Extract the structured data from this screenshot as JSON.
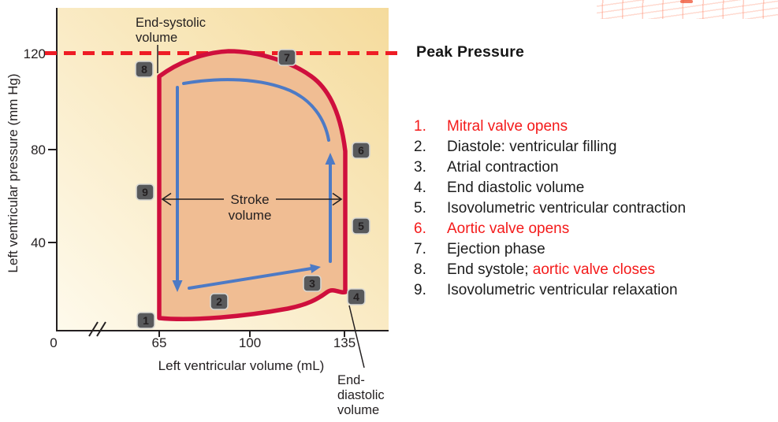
{
  "colors": {
    "list_red_accent": "#f41a1a",
    "list_black": "#1c1c1c",
    "loop_stroke": "#cf0f3d",
    "loop_fill": "#f0bd93",
    "arrow_blue": "#4d7ac5",
    "dashed_line_red": "#ee1c25",
    "badge_bg": "#58595b",
    "badge_border": "#d6d6d2",
    "plot_bg_bottom_left": "#fefaec",
    "plot_bg_top_right": "#f5db9c",
    "axis_black": "#231f20"
  },
  "chart_data": {
    "type": "line",
    "subtype": "pressure-volume-loop",
    "xlabel": "Left ventricular volume (mL)",
    "ylabel": "Left ventricular pressure (mm Hg)",
    "xlim": [
      0,
      150
    ],
    "ylim": [
      0,
      140
    ],
    "axis_break_on_x": true,
    "grid": false,
    "x_ticks": [
      0,
      65,
      100,
      135
    ],
    "y_ticks": [
      40,
      80,
      120
    ],
    "x_tick_labels": [
      "0",
      "65",
      "100",
      "135"
    ],
    "y_tick_labels": [
      "120",
      "80",
      "40"
    ],
    "peak_pressure_line": {
      "pressure": 120,
      "style": "dashed",
      "color": "#ee1c25",
      "label": "Peak Pressure"
    },
    "loop_points": [
      {
        "n": "1",
        "volume": 65,
        "pressure": 7,
        "event": "Mitral valve opens"
      },
      {
        "n": "2",
        "volume": 90,
        "pressure": 9,
        "event": "Diastole: ventricular filling"
      },
      {
        "n": "3",
        "volume": 125,
        "pressure": 14,
        "event": "Atrial contraction"
      },
      {
        "n": "4",
        "volume": 135,
        "pressure": 16,
        "event": "End diastolic volume"
      },
      {
        "n": "5",
        "volume": 135,
        "pressure": 45,
        "event": "Isovolumetric ventricular contraction"
      },
      {
        "n": "6",
        "volume": 135,
        "pressure": 78,
        "event": "Aortic valve opens"
      },
      {
        "n": "7",
        "volume": 100,
        "pressure": 122,
        "event": "Ejection phase"
      },
      {
        "n": "8",
        "volume": 65,
        "pressure": 107,
        "event": "End systole; aortic valve closes"
      },
      {
        "n": "9",
        "volume": 65,
        "pressure": 60,
        "event": "Isovolumetric ventricular relaxation"
      }
    ],
    "end_systolic_volume": 65,
    "end_diastolic_volume": 135,
    "stroke_volume_span": [
      65,
      135
    ],
    "annotations": {
      "end_systolic": {
        "text": "End-systolic volume",
        "lines": [
          "End-systolic",
          "volume"
        ]
      },
      "end_diastolic": {
        "text": "End-diastolic volume",
        "lines": [
          "End-",
          "diastolic",
          "volume"
        ]
      },
      "stroke_volume": {
        "text": "Stroke volume",
        "lines": [
          "Stroke",
          "volume"
        ]
      }
    }
  },
  "right_panel": {
    "peak_pressure_label": "Peak Pressure",
    "legend": {
      "items": [
        {
          "num": "1.",
          "parts": [
            {
              "text": "Mitral valve opens",
              "red": true
            }
          ]
        },
        {
          "num": "2.",
          "parts": [
            {
              "text": "Diastole: ventricular filling",
              "red": false
            }
          ]
        },
        {
          "num": "3.",
          "parts": [
            {
              "text": "Atrial contraction",
              "red": false
            }
          ]
        },
        {
          "num": "4.",
          "parts": [
            {
              "text": "End diastolic volume",
              "red": false
            }
          ]
        },
        {
          "num": "5.",
          "parts": [
            {
              "text": "Isovolumetric ventricular contraction",
              "red": false
            }
          ]
        },
        {
          "num": "6.",
          "parts": [
            {
              "text": "Aortic valve opens",
              "red": true
            }
          ]
        },
        {
          "num": "7.",
          "parts": [
            {
              "text": "Ejection phase",
              "red": false
            }
          ]
        },
        {
          "num": "8.",
          "parts": [
            {
              "text": "End systole; ",
              "red": false
            },
            {
              "text": "aortic valve closes",
              "red": true
            }
          ]
        },
        {
          "num": "9.",
          "parts": [
            {
              "text": "Isovolumetric ventricular relaxation",
              "red": false
            }
          ]
        }
      ]
    }
  }
}
